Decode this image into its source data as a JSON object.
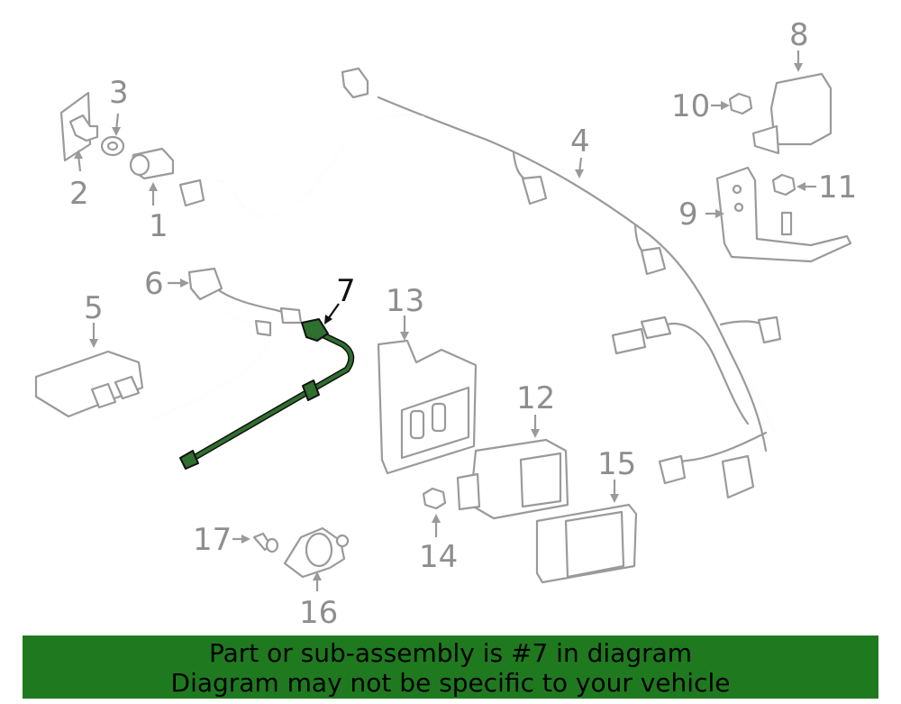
{
  "diagram": {
    "callouts": {
      "c1": "1",
      "c2": "2",
      "c3": "3",
      "c4": "4",
      "c5": "5",
      "c6": "6",
      "c7": "7",
      "c8": "8",
      "c9": "9",
      "c10": "10",
      "c11": "11",
      "c12": "12",
      "c13": "13",
      "c14": "14",
      "c15": "15",
      "c16": "16",
      "c17": "17"
    },
    "highlighted_part": "7",
    "colors": {
      "highlight": "#2f6f2f",
      "banner": "#1f7a1f",
      "line_art": "#9a9a9a"
    }
  },
  "banner": {
    "line1": "Part or sub-assembly is #7 in diagram",
    "line2": "Diagram may not be specific to your vehicle"
  }
}
